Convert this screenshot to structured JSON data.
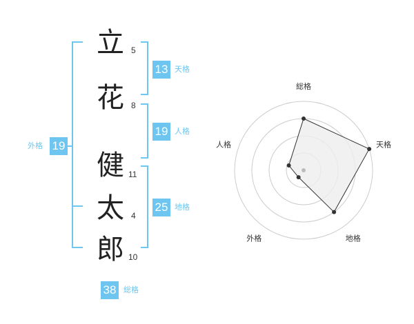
{
  "name": {
    "chars": [
      {
        "char": "立",
        "strokes": "5"
      },
      {
        "char": "花",
        "strokes": "8"
      },
      {
        "char": "健",
        "strokes": "11"
      },
      {
        "char": "太",
        "strokes": "4"
      },
      {
        "char": "郎",
        "strokes": "10"
      }
    ]
  },
  "scores": {
    "tenkaku": {
      "value": "13",
      "label": "天格"
    },
    "jinkaku": {
      "value": "19",
      "label": "人格"
    },
    "chikaku": {
      "value": "25",
      "label": "地格"
    },
    "gaikaku": {
      "value": "19",
      "label": "外格"
    },
    "soukaku": {
      "value": "38",
      "label": "総格"
    }
  },
  "radar": {
    "axes": [
      "総格",
      "天格",
      "地格",
      "外格",
      "人格"
    ],
    "levels": 4,
    "values": [
      3,
      4,
      3,
      0.5,
      0.9
    ],
    "max": 4,
    "colors": {
      "grid": "#cccccc",
      "fill": "#eeeeee",
      "line": "#333333",
      "point": "#333333",
      "center": "#bbbbbb"
    }
  }
}
